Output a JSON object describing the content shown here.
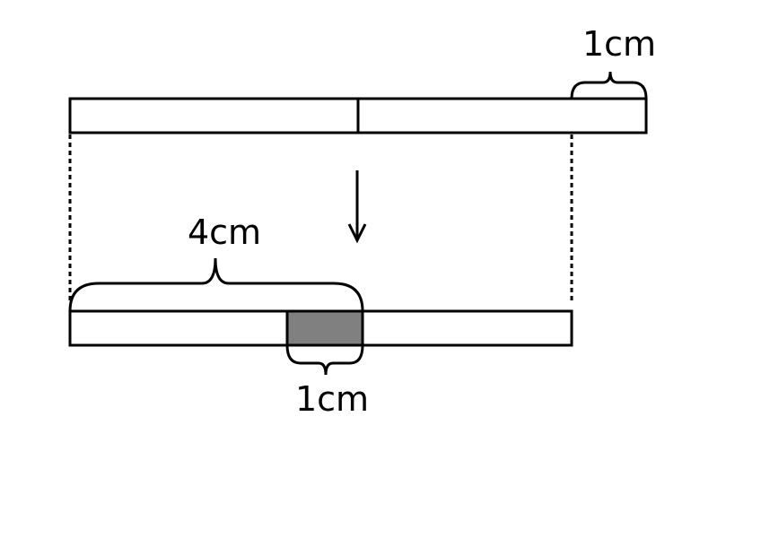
{
  "labels": {
    "top_right_length": "1cm",
    "bottom_left_length": "4cm",
    "bottom_overlap_length": "1cm"
  },
  "colors": {
    "stroke": "#000000",
    "overlap_fill": "#808080",
    "background": "#ffffff"
  }
}
